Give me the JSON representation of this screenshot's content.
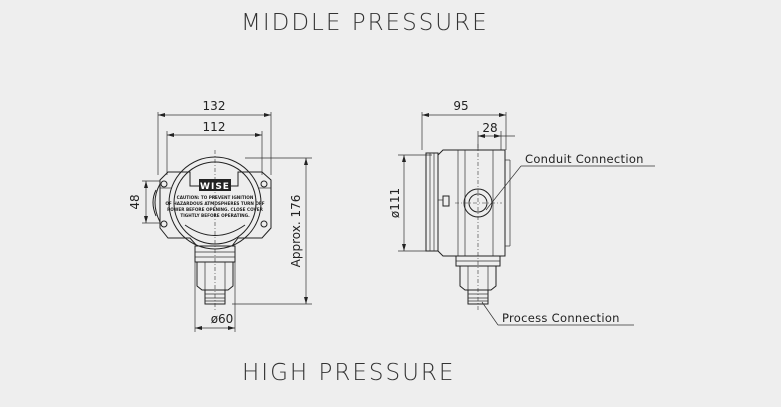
{
  "titles": {
    "top": "MIDDLE PRESSURE",
    "bottom": "HIGH PRESSURE"
  },
  "front_view": {
    "dim_width_outer": "132",
    "dim_width_inner": "112",
    "dim_height_left": "48",
    "dim_height_total": "Approx. 176",
    "dim_bottom_dia": "ø60",
    "logo": "WISE",
    "plate_lines": [
      "CAUTION: TO PREVENT IGNITION",
      "OF HAZARDOUS ATMOSPHERES TURN OFF",
      "POWER BEFORE OPENING.  CLOSE COVER",
      "TIGHTLY BEFORE OPERATING."
    ]
  },
  "side_view": {
    "dim_width": "95",
    "dim_offset": "28",
    "dim_dia": "ø111",
    "label_conduit": "Conduit Connection",
    "label_process": "Process Connection"
  }
}
